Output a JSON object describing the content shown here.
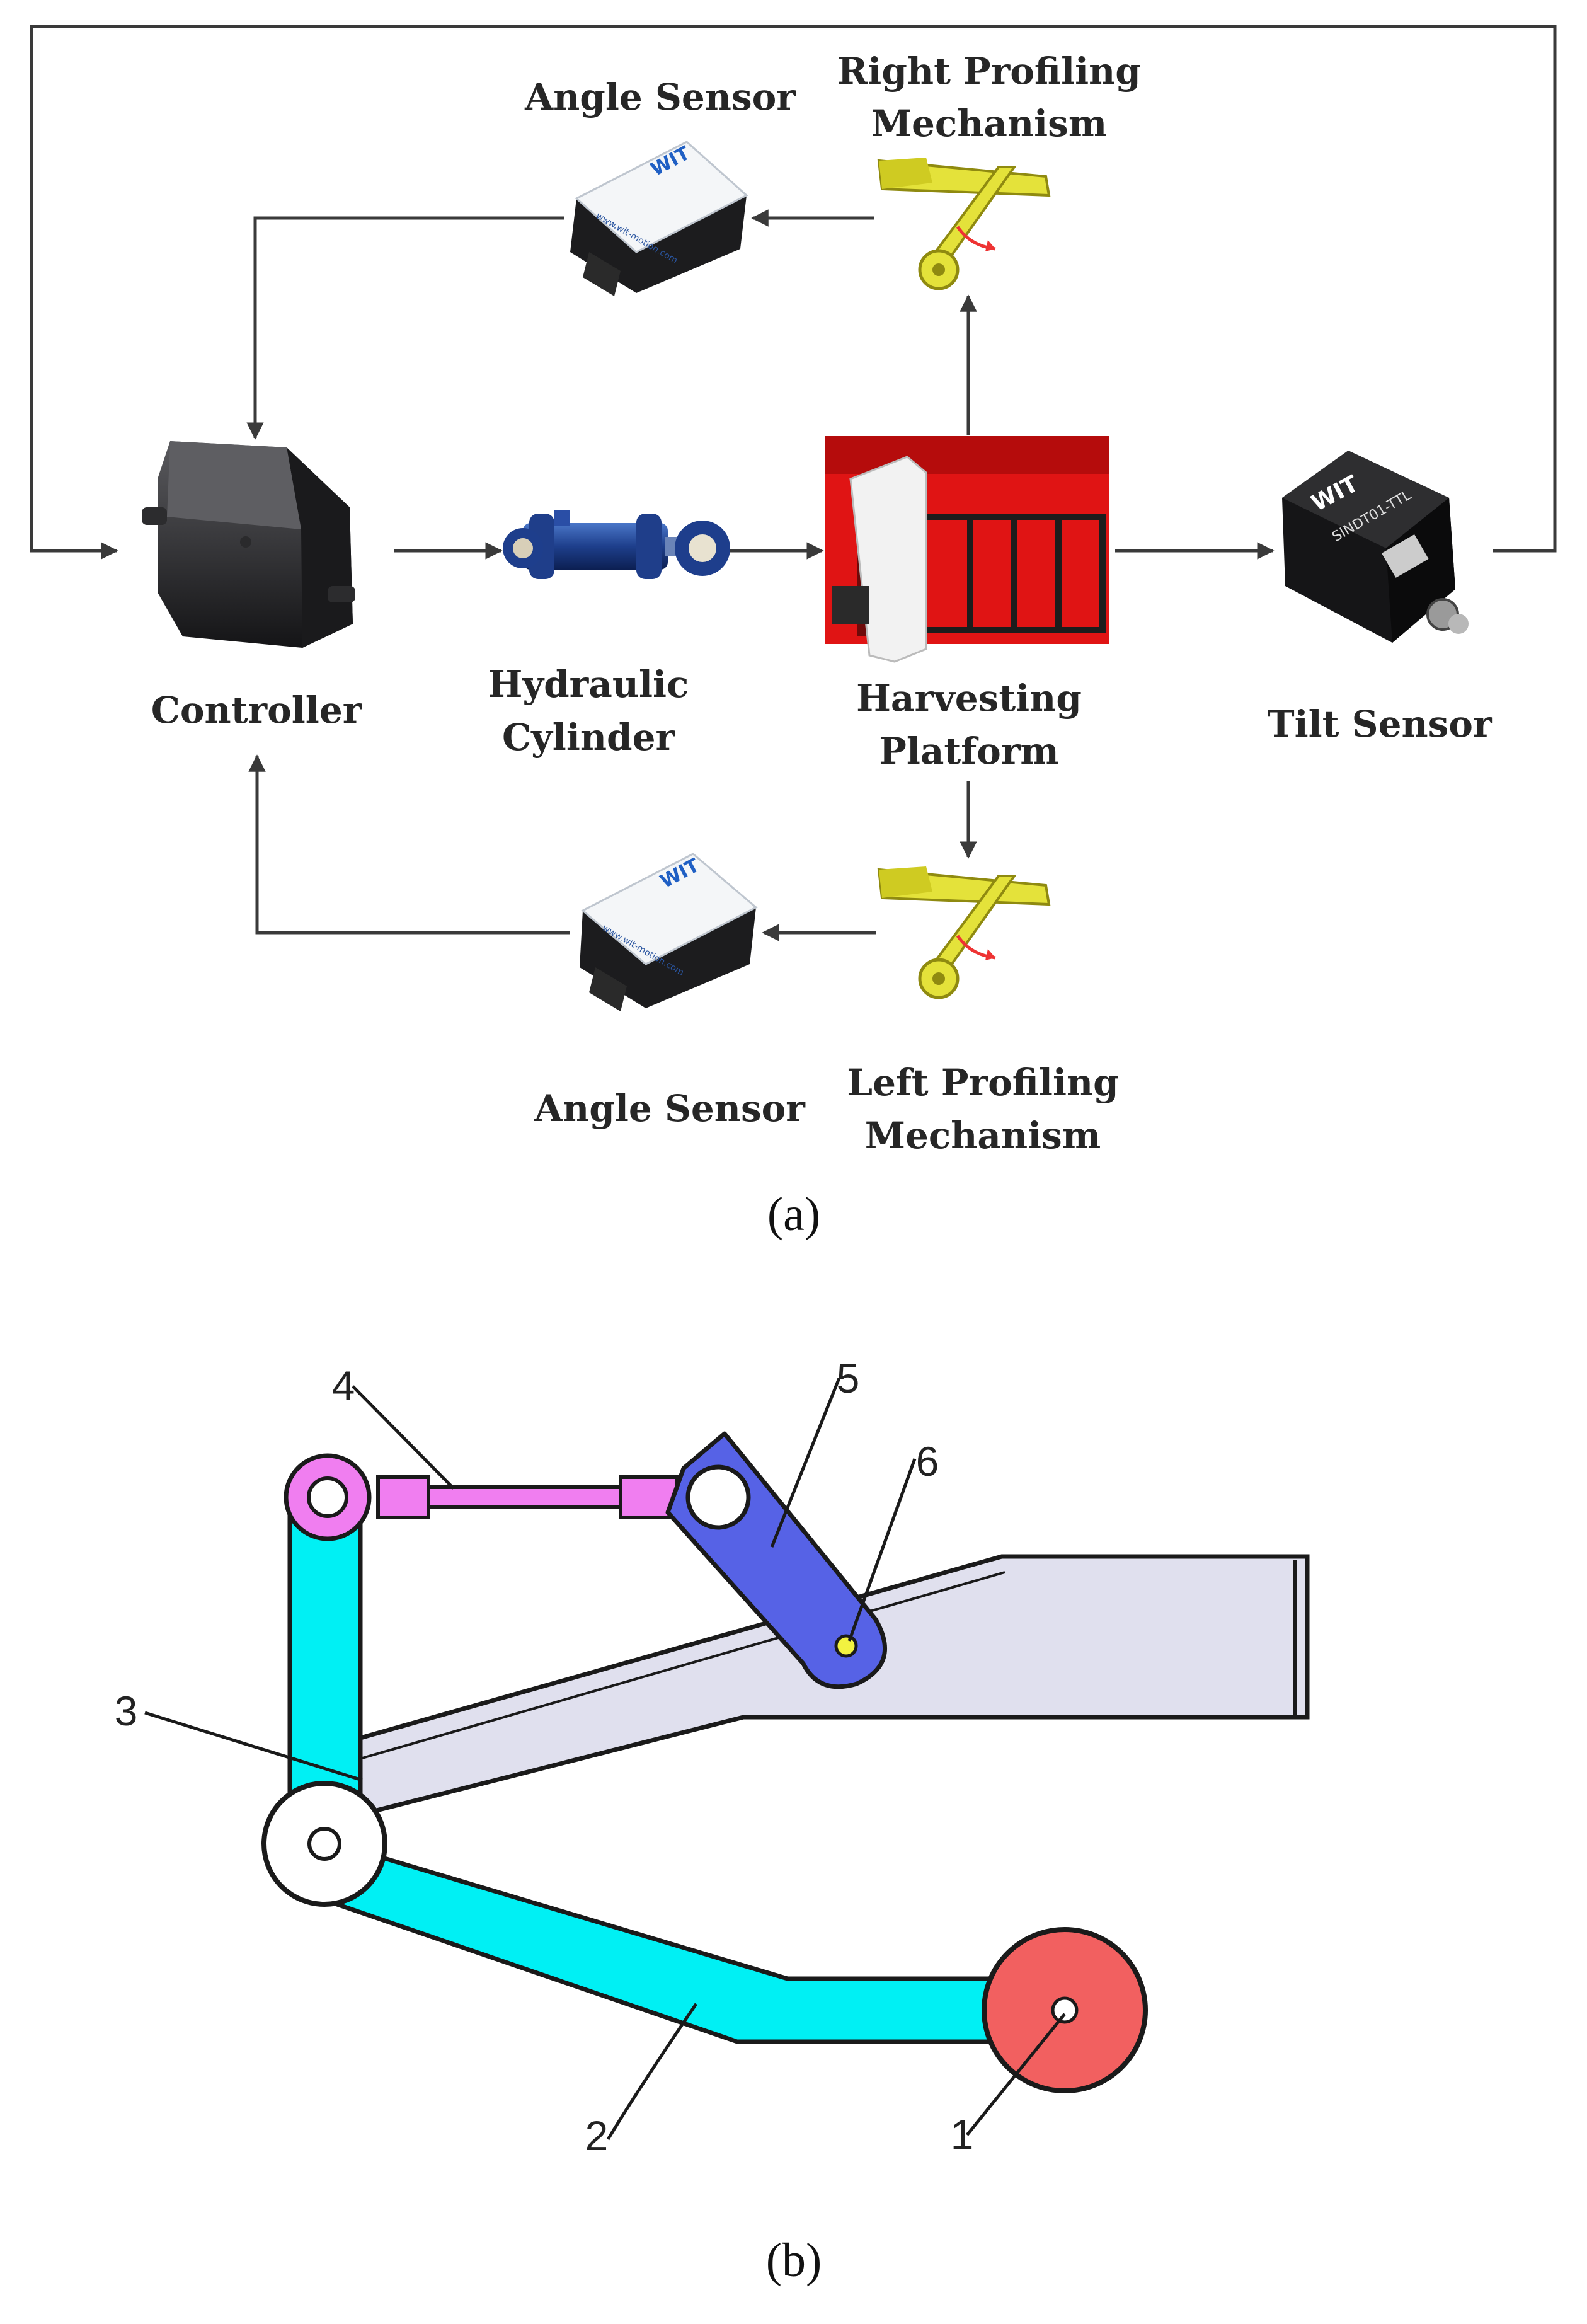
{
  "panel_a": {
    "caption": "(a)",
    "labels": {
      "angle_sensor_top": "Angle Sensor",
      "right_mech_l1": "Right Profiling",
      "right_mech_l2": "Mechanism",
      "controller": "Controller",
      "hydraulic_l1": "Hydraulic",
      "hydraulic_l2": "Cylinder",
      "harvest_l1": "Harvesting",
      "harvest_l2": "Platform",
      "tilt_sensor": "Tilt Sensor",
      "angle_sensor_bottom": "Angle Sensor",
      "left_mech_l1": "Left Profiling",
      "left_mech_l2": "Mechanism"
    },
    "device_text": {
      "wit_logo": "WIT",
      "tilt_model": "SINDT01-TTL",
      "website": "www.wit-motion.com"
    }
  },
  "panel_b": {
    "caption": "(b)",
    "part_numbers": [
      "1",
      "2",
      "3",
      "4",
      "5",
      "6"
    ]
  },
  "colors": {
    "arrow": "#3a3a3a",
    "cyan_link": "#00f0f4",
    "magenta_link": "#f07ef0",
    "blue_link": "#5662e6",
    "plate": "#e0e0ee",
    "wheel": "#f26060",
    "mechanism_yellow": "#e4e23a",
    "harvester_red": "#e01414"
  }
}
